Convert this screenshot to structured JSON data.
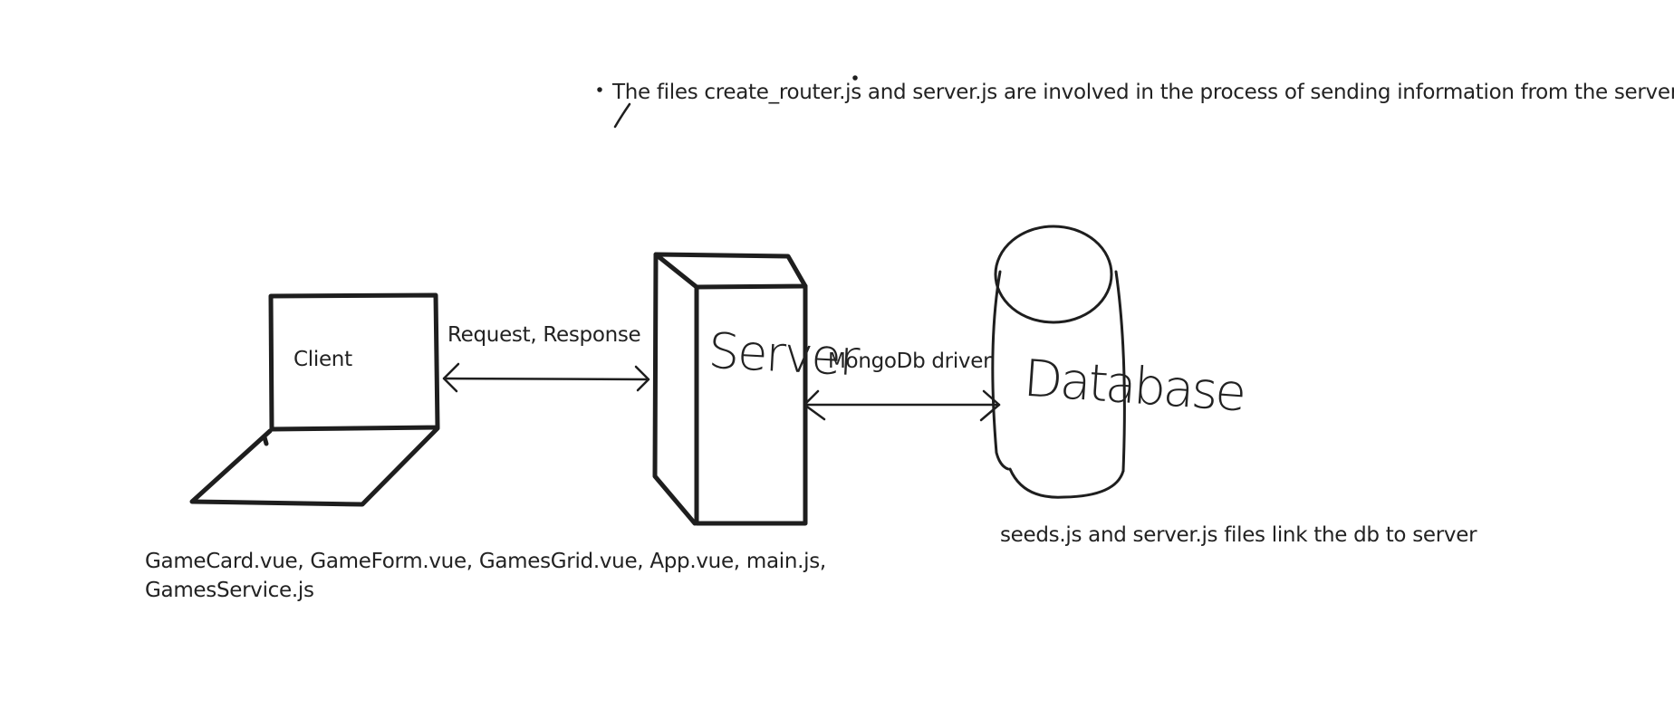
{
  "note_top": "The files create_router.js and server.js are involved in the process of sending information from the server.",
  "client": {
    "label": "Client",
    "files_line1": "GameCard.vue, GameForm.vue, GamesGrid.vue, App.vue, main.js,",
    "files_line2": "GamesService.js"
  },
  "request_label": "Request, Response",
  "server": {
    "label": "Server"
  },
  "driver_label": "MongoDb driver",
  "database": {
    "label": "Database",
    "note": "seeds.js and server.js files link the db to server"
  }
}
